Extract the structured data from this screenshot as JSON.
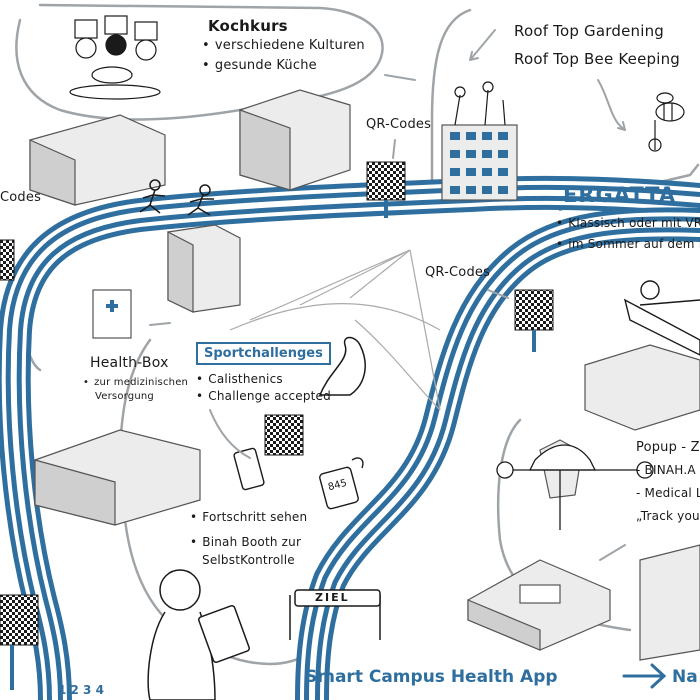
{
  "colors": {
    "track": "#2f6f9f",
    "track_light": "#c9dbea",
    "ink": "#1a1a1a",
    "building": "#ececec",
    "building_shade": "#cfcfcf",
    "bubble": "#9fa4a8"
  },
  "kochkurs": {
    "title": "Kochkurs",
    "items": [
      "verschiedene Kulturen",
      "gesunde Küche"
    ]
  },
  "roof": {
    "line1": "Roof Top Gardening",
    "line2": "Roof Top Bee Keeping"
  },
  "qr_labels": {
    "top": "QR-Codes",
    "left": "Codes",
    "middle": "QR-Codes"
  },
  "ergatta": {
    "title": "ERGATTA",
    "items": [
      "Klassisch oder mit VR",
      "im Sommer auf dem Neck"
    ]
  },
  "health_box": {
    "title": "Health-Box",
    "sub1": "zur medizinischen",
    "sub2": "Versorgung"
  },
  "sportchallenges": {
    "title": "Sportchallenges",
    "items": [
      "Calisthenics",
      "Challenge accepted"
    ]
  },
  "fortschritt": {
    "item1": "Fortschritt sehen",
    "item2_line1": "Binah Booth zur",
    "item2_line2": "SelbstKontrolle"
  },
  "popup": {
    "title": "Popup - Ze",
    "items": [
      "BINAH.A",
      "Medical L",
      "„Track you"
    ]
  },
  "watch_value": "845",
  "lane_numbers": "1 2 3 4",
  "finish_label": "ZIEL",
  "app_title": "Smart Campus Health App",
  "app_next": "Na"
}
